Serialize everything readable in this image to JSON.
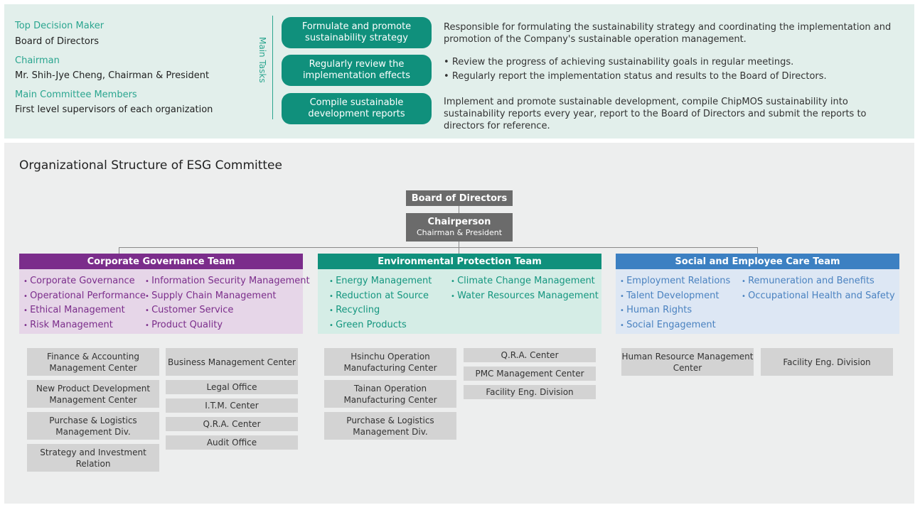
{
  "decision": {
    "top_label": "Top Decision Maker",
    "top_value": "Board of Directors",
    "chair_label": "Chairman",
    "chair_value": "Mr. Shih-Jye Cheng, Chairman & President",
    "members_label": "Main Committee Members",
    "members_value": "First level supervisors of each organization"
  },
  "main_tasks_label": "Main Tasks",
  "tasks": [
    {
      "title": "Formulate and promote sustainability strategy",
      "desc": "Responsible for formulating the sustainability strategy and coordinating the implementation and promotion of the Company's sustainable operation management."
    },
    {
      "title": "Regularly review the implementation effects",
      "bullets": [
        "Review the progress of achieving sustainability goals in regular meetings.",
        "Regularly report the implementation status and results to the Board of Directors."
      ]
    },
    {
      "title": "Compile sustainable development reports",
      "desc": "Implement and promote sustainable development, compile ChipMOS sustainability into sustainability reports every year, report to the Board of Directors and submit the reports to directors for reference."
    }
  ],
  "org": {
    "title": "Organizational Structure of ESG Committee",
    "board": "Board of Directors",
    "chair_title": "Chairperson",
    "chair_sub": "Chairman & President"
  },
  "colors": {
    "governance": "#7b2d8b",
    "governance_bg": "#e6d6e8",
    "governance_text": "#7b2d8b",
    "environment": "#10907c",
    "environment_bg": "#d5ede6",
    "environment_text": "#14967f",
    "social": "#3c80c2",
    "social_bg": "#dde7f4",
    "social_text": "#4a82c0"
  },
  "teams": {
    "governance": {
      "name": "Corporate Governance Team",
      "col1": [
        "Corporate Governance",
        "Operational Performance",
        "Ethical Management",
        "Risk Management"
      ],
      "col2": [
        "Information Security Management",
        "Supply Chain Management",
        "Customer Service",
        "Product Quality"
      ],
      "units_left": [
        "Finance & Accounting Management Center",
        "New Product Development Management Center",
        "Purchase & Logistics Management Div.",
        "Strategy and Investment Relation"
      ],
      "units_right": [
        "Business Management Center",
        "Legal Office",
        "I.T.M. Center",
        "Q.R.A. Center",
        "Audit Office"
      ]
    },
    "environment": {
      "name": "Environmental Protection Team",
      "col1": [
        "Energy Management",
        "Reduction at Source",
        "Recycling",
        "Green Products"
      ],
      "col2": [
        "Climate Change Management",
        "Water Resources Management"
      ],
      "units_left": [
        "Hsinchu Operation Manufacturing Center",
        "Tainan Operation Manufacturing Center",
        "Purchase & Logistics Management Div."
      ],
      "units_right": [
        "Q.R.A. Center",
        "PMC Management Center",
        "Facility Eng. Division"
      ]
    },
    "social": {
      "name": "Social and Employee Care Team",
      "col1": [
        "Employment Relations",
        "Talent Development",
        "Human Rights",
        "Social Engagement"
      ],
      "col2": [
        "Remuneration and Benefits",
        "Occupational Health and Safety"
      ],
      "units_left": [
        "Human Resource Management Center"
      ],
      "units_right": [
        "Facility Eng. Division"
      ]
    }
  }
}
